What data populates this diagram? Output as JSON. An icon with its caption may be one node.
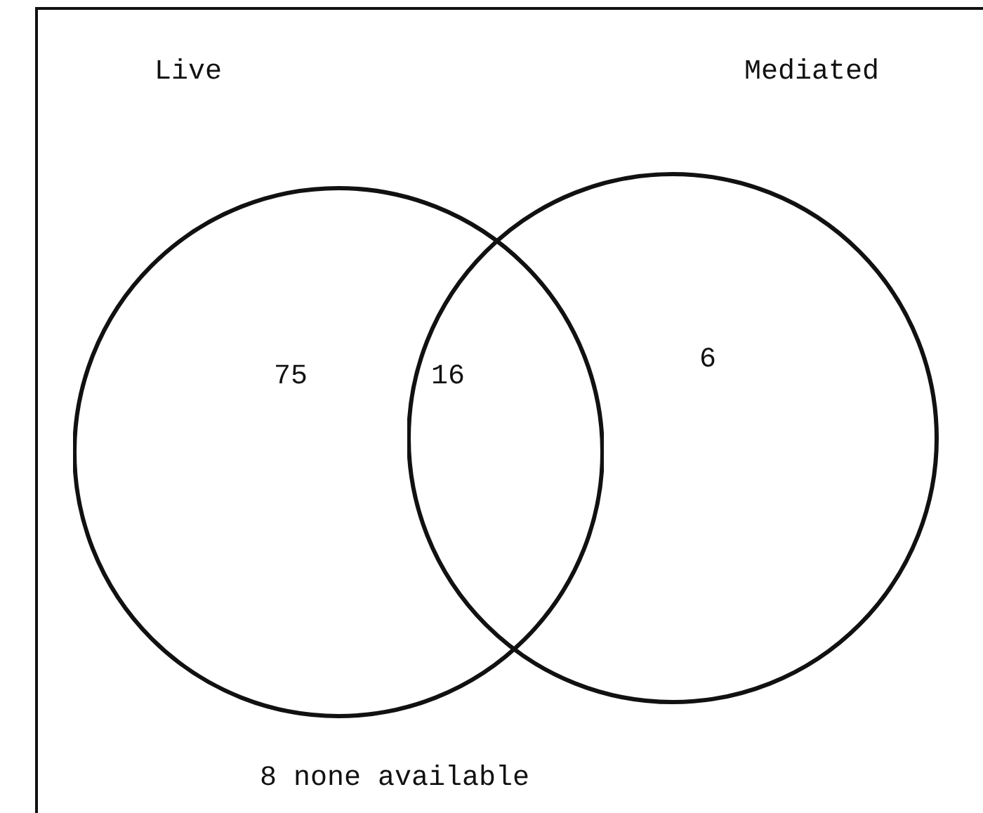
{
  "diagram": {
    "nodes": [
      {
        "text": [
          "8 none available"
        ]
      },
      {
        "text": [
          "Live"
        ],
        "in": 0
      },
      {
        "text": [
          "Mediated"
        ],
        "in": 0
      }
    ],
    "labels": [
      "75",
      "16",
      "6"
    ]
  }
}
